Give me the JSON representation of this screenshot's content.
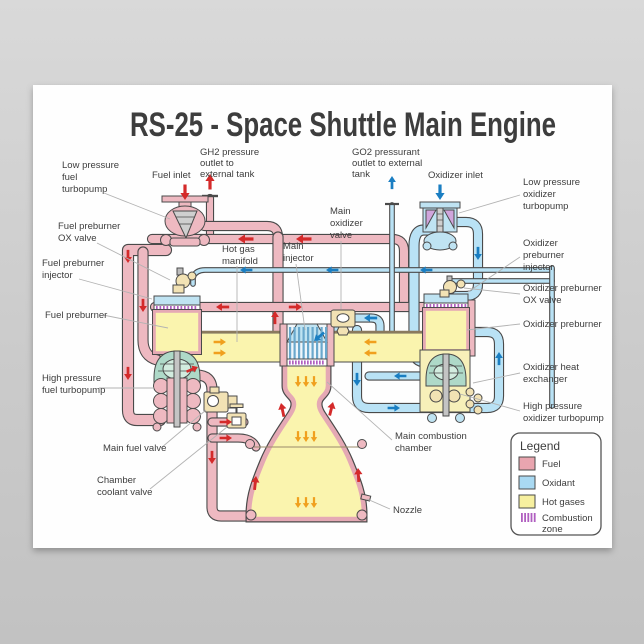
{
  "title": "RS-25 - Space Shuttle Main Engine",
  "labels": {
    "lp_fuel_turbopump": [
      "Low pressure",
      "fuel",
      "turbopump"
    ],
    "fuel_inlet": "Fuel inlet",
    "gh2_outlet": [
      "GH2 pressure",
      "outlet to",
      "external tank"
    ],
    "fuel_preburner_ox_valve": [
      "Fuel preburner",
      "OX valve"
    ],
    "fuel_preburner_injector": [
      "Fuel preburner",
      "injector"
    ],
    "fuel_preburner": "Fuel preburner",
    "hp_fuel_turbopump": [
      "High pressure",
      "fuel turbopump"
    ],
    "main_fuel_valve": "Main fuel valve",
    "chamber_coolant_valve": [
      "Chamber",
      "coolant valve"
    ],
    "hot_gas_manifold": [
      "Hot gas",
      "manifold"
    ],
    "main_injector": [
      "Main",
      "injector"
    ],
    "main_oxidizer_valve": [
      "Main",
      "oxidizer",
      "valve"
    ],
    "go2_outlet": [
      "GO2 pressurant",
      "outlet to external",
      "tank"
    ],
    "oxidizer_inlet": "Oxidizer inlet",
    "lp_oxidizer_turbopump": [
      "Low pressure",
      "oxidizer",
      "turbopump"
    ],
    "oxidizer_preburner_injector": [
      "Oxidizer",
      "preburner",
      "injector"
    ],
    "oxidizer_preburner_ox_valve": [
      "Oxidizer preburner",
      "OX valve"
    ],
    "oxidizer_preburner": "Oxidizer preburner",
    "oxidizer_heat_exchanger": [
      "Oxidizer heat",
      "exchanger"
    ],
    "hp_oxidizer_turbopump": [
      "High pressure",
      "oxidizer turbopump"
    ],
    "main_combustion_chamber": [
      "Main combustion",
      "chamber"
    ],
    "nozzle": "Nozzle"
  },
  "legend": {
    "title": "Legend",
    "items": [
      {
        "label": "Fuel",
        "swatch": "fuel"
      },
      {
        "label": "Oxidant",
        "swatch": "oxidant"
      },
      {
        "label": "Hot gases",
        "swatch": "hot_gases"
      },
      {
        "label": [
          "Combustion",
          "zone"
        ],
        "swatch": "combustion_zone"
      }
    ]
  },
  "colors": {
    "title_blue": "#1d3fae",
    "fuel_pipe": "#eeb9c1",
    "fuel_swatch": "#e9a5af",
    "oxidant_pipe": "#b9e2f5",
    "oxidant_swatch": "#a9d9f2",
    "hot_gas": "#faf4ae",
    "hot_gas_swatch": "#f7f09f",
    "combustion_purple": "#b05fc0",
    "arrow_red": "#d42a2a",
    "arrow_blue": "#1a7ec2",
    "arrow_orange": "#f0a01e"
  }
}
